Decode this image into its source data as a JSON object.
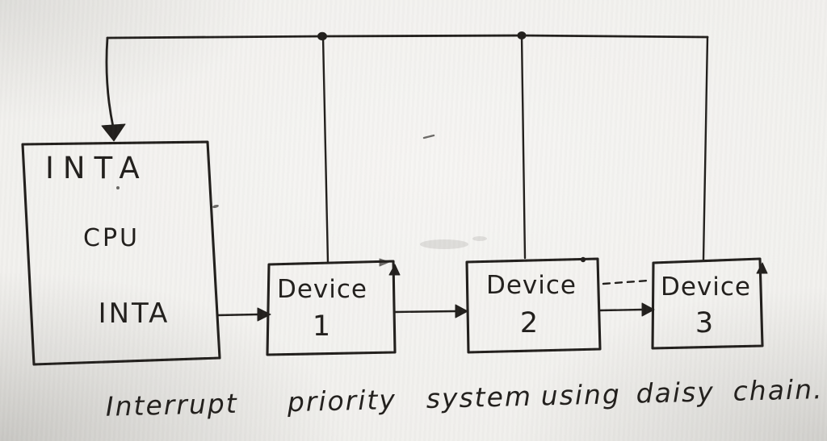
{
  "caption": {
    "full": "Interrupt priority system using daisy chain.",
    "words": [
      "Interrupt",
      "priority",
      "system",
      "using",
      "daisy",
      "chain."
    ]
  },
  "cpu": {
    "labels": [
      "INTA",
      "CPU",
      "INTA"
    ]
  },
  "devices": [
    {
      "label": "Device",
      "number": "1"
    },
    {
      "label": "Device",
      "number": "2"
    },
    {
      "label": "Device",
      "number": "3"
    }
  ],
  "connections": {
    "bus": "common interrupt line from devices to CPU",
    "chain": [
      "CPU to Device 1",
      "Device 1 to Device 2",
      "Device 2 to Device 3"
    ],
    "dashed_link": "omitted devices between Device 2 and Device 3"
  },
  "colors": {
    "ink": "#221f1c",
    "paper": "#f1f0ed"
  }
}
